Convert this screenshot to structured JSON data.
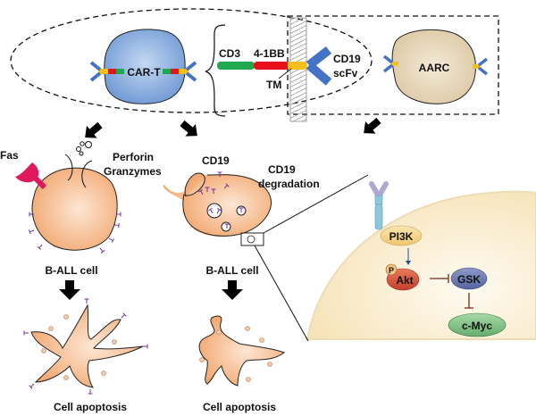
{
  "diagram": {
    "top_panel": {
      "car_t_cell": {
        "label": "CAR-T"
      },
      "construct": {
        "cd3_label": "CD3",
        "costim_label": "4-1BB",
        "tm_label": "TM",
        "scfv_label_line1": "CD19",
        "scfv_label_line2": "scFv"
      },
      "aarc_cell": {
        "label": "AARC"
      }
    },
    "left_branch": {
      "fas_label": "Fas",
      "perforin_label_line1": "Perforin",
      "perforin_label_line2": "Granzymes",
      "cell_label": "B-ALL cell",
      "outcome_label": "Cell apoptosis"
    },
    "middle_branch": {
      "cd19_label": "CD19",
      "degradation_label_line1": "CD19",
      "degradation_label_line2": "degradation",
      "cell_label": "B-ALL cell",
      "outcome_label": "Cell apoptosis"
    },
    "pathway_inset": {
      "nodes": [
        {
          "id": "pi3k",
          "label": "PI3K"
        },
        {
          "id": "akt",
          "label": "Akt"
        },
        {
          "id": "gsk",
          "label": "GSK"
        },
        {
          "id": "cmyc",
          "label": "c-Myc"
        }
      ],
      "phospho_label": "P",
      "edges": [
        {
          "from": "PI3K",
          "to": "Akt",
          "type": "activation"
        },
        {
          "from": "Akt",
          "to": "GSK",
          "type": "inhibition"
        },
        {
          "from": "GSK",
          "to": "c-Myc",
          "type": "inhibition"
        }
      ]
    },
    "colors": {
      "car_t_fill": "#7fa6dc",
      "cell_fill": "#f4b080",
      "aarc_fill": "#e6d5b8",
      "cd3_green": "#1fa84f",
      "costim_red": "#e8101a",
      "tm_yellow": "#f7bf1a",
      "scfv_blue": "#4472c4",
      "fas_pink": "#e0195e",
      "cd19_purple": "#7030a0",
      "pi3k_fill": "#f6d88e",
      "akt_fill": "#d9503a",
      "gsk_fill": "#6c7bb3",
      "cmyc_fill": "#7fbf85"
    }
  }
}
